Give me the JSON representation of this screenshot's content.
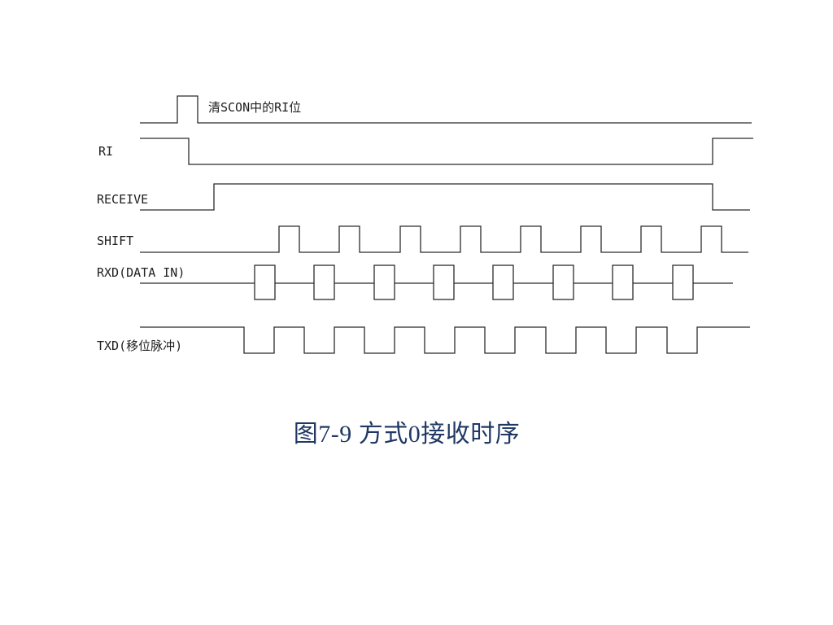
{
  "diagram": {
    "clear_ri_label": "清SCON中的RI位",
    "signals": {
      "ri": "RI",
      "receive": "RECEIVE",
      "shift": "SHIFT",
      "rxd": "RXD(DATA IN)",
      "txd": "TXD(移位脉冲)"
    },
    "bit_count": 8
  },
  "caption": "图7-9  方式0接收时序"
}
